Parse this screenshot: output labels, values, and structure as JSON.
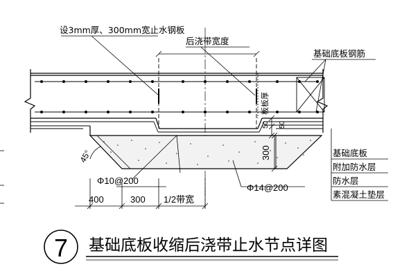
{
  "drawing": {
    "callouts": {
      "waterstop": "设3mm厚、300mm宽止水钢板",
      "strip_width": "后浇带宽度",
      "slab_rebar": "基础底板钢筋",
      "slab_thickness": "板板厚"
    },
    "layers": [
      "基础底板",
      "附加防水层",
      "防水层",
      "素混凝土垫层"
    ],
    "rebar": {
      "left": "Φ10@200",
      "right": "Φ14@200"
    },
    "angle": "45°",
    "dimensions": {
      "d400": "400",
      "d300": "300",
      "half_width": "1/2带宽",
      "depth300": "300",
      "d50a": "50",
      "d50b": "50"
    },
    "title": {
      "number": "7",
      "text": "基础底板收缩后浇带止水节点详图"
    }
  }
}
